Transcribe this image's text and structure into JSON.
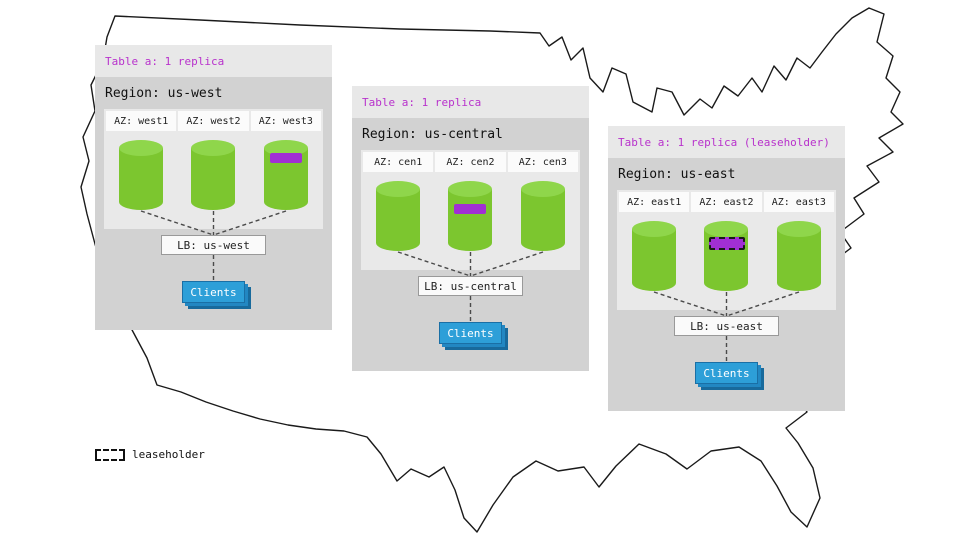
{
  "legend": {
    "label": "leaseholder"
  },
  "colors": {
    "replica_bar": "#a12fd4",
    "cylinder_green": "#7cc62f",
    "cylinder_top_green": "#8fd64b",
    "clients_blue": "#2d9fd8",
    "table_label_purple": "#b832cc",
    "panel_gray": "#d2d2d2",
    "inner_gray": "#e9e9e9"
  },
  "regions": [
    {
      "id": "us-west",
      "table_label": "Table a: 1 replica",
      "region_label": "Region: us-west",
      "azs": [
        {
          "label": "AZ: west1",
          "replica": false,
          "leaseholder": false
        },
        {
          "label": "AZ: west2",
          "replica": false,
          "leaseholder": false
        },
        {
          "label": "AZ: west3",
          "replica": true,
          "leaseholder": false
        }
      ],
      "lb_label": "LB: us-west",
      "clients_label": "Clients"
    },
    {
      "id": "us-central",
      "table_label": "Table a: 1 replica",
      "region_label": "Region: us-central",
      "azs": [
        {
          "label": "AZ: cen1",
          "replica": false,
          "leaseholder": false
        },
        {
          "label": "AZ: cen2",
          "replica": true,
          "leaseholder": false
        },
        {
          "label": "AZ: cen3",
          "replica": false,
          "leaseholder": false
        }
      ],
      "lb_label": "LB: us-central",
      "clients_label": "Clients"
    },
    {
      "id": "us-east",
      "table_label": "Table a: 1 replica (leaseholder)",
      "region_label": "Region: us-east",
      "azs": [
        {
          "label": "AZ: east1",
          "replica": false,
          "leaseholder": false
        },
        {
          "label": "AZ: east2",
          "replica": true,
          "leaseholder": true
        },
        {
          "label": "AZ: east3",
          "replica": false,
          "leaseholder": false
        }
      ],
      "lb_label": "LB: us-east",
      "clients_label": "Clients"
    }
  ]
}
